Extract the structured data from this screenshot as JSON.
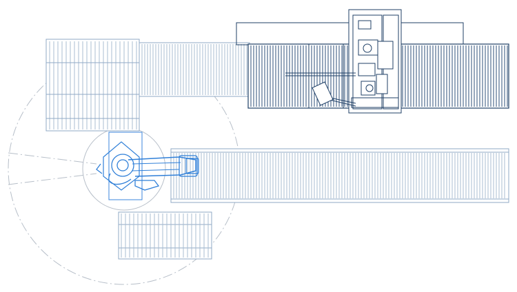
{
  "diagram": {
    "kind": "robot palletizing cell layout (top view)",
    "colors": {
      "background": "#ffffff",
      "line_light": "#8fa9c6",
      "line_dark": "#1f3f66",
      "robot": "#2f7fd8",
      "reach_circle": "#aab3bd",
      "pallet_fill": "#ffffff"
    },
    "components": [
      {
        "id": "pallet-station-top-left",
        "label": ""
      },
      {
        "id": "pallet-station-bottom",
        "label": ""
      },
      {
        "id": "infeed-conveyor-upper",
        "label": ""
      },
      {
        "id": "stretch-wrapper-conveyor",
        "label": ""
      },
      {
        "id": "wrapper-machine",
        "label": ""
      },
      {
        "id": "outfeed-conveyor-lower",
        "label": ""
      },
      {
        "id": "robot-arm",
        "label": ""
      },
      {
        "id": "robot-reach-circle",
        "label": ""
      }
    ]
  }
}
